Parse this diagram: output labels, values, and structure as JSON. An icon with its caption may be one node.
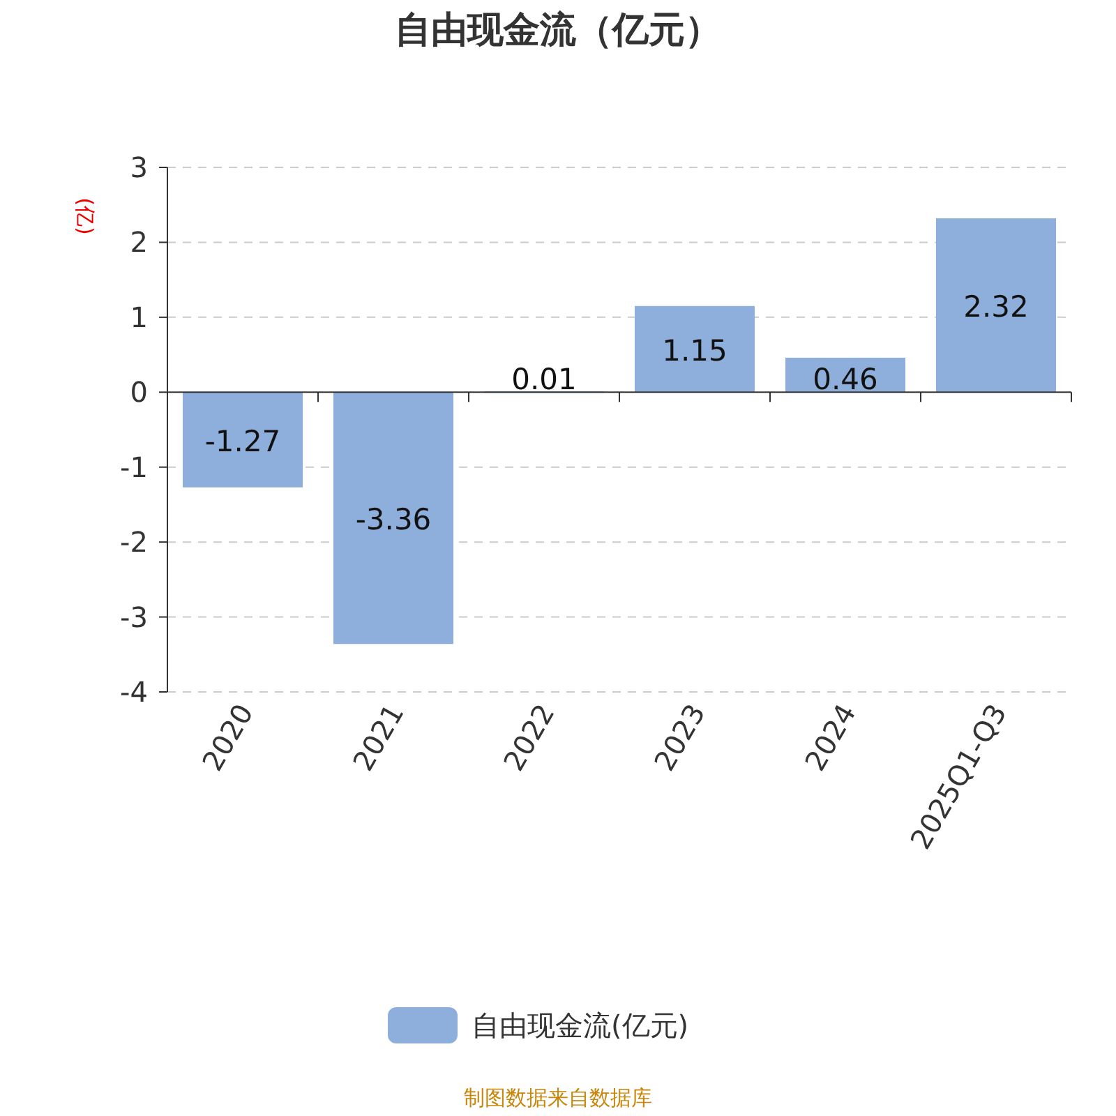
{
  "diagram": {
    "title": "自由现金流（亿元）",
    "caption": "制图数据来自数据库",
    "chart_data": {
      "type": "bar",
      "ylabel": "(亿)",
      "categories": [
        "2020",
        "2021",
        "2022",
        "2023",
        "2024",
        "2025Q1-Q3"
      ],
      "series": [
        {
          "name": "自由现金流(亿元)",
          "color": "#8eaedb",
          "values": [
            -1.27,
            -3.36,
            0.01,
            1.15,
            0.46,
            2.32
          ]
        }
      ],
      "grid": true,
      "ylim": [
        -4,
        3
      ],
      "yticks": [
        -4,
        -3,
        -2,
        -1,
        0,
        1,
        2,
        3
      ],
      "data_labels": true
    }
  }
}
